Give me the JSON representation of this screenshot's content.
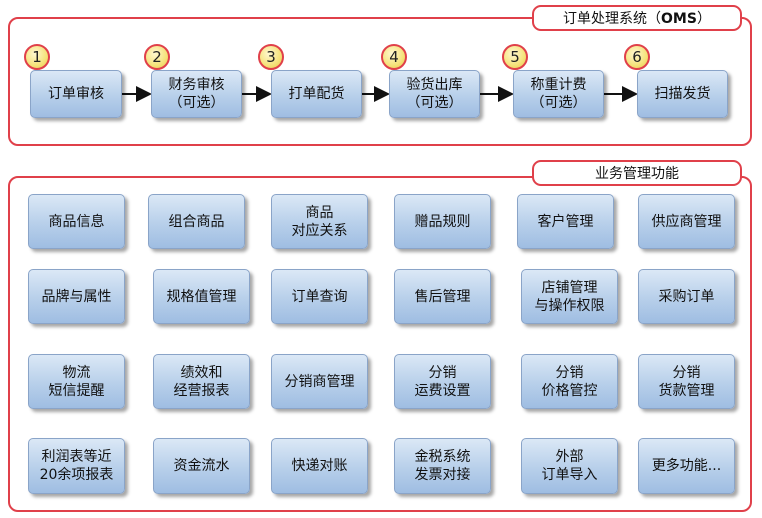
{
  "oms": {
    "title_prefix": "订单处理系统（",
    "title_bold": "OMS",
    "title_suffix": "）",
    "steps": [
      {
        "num": "1",
        "label": "订单审核"
      },
      {
        "num": "2",
        "label": "财务审核\n（可选）"
      },
      {
        "num": "3",
        "label": "打单配货"
      },
      {
        "num": "4",
        "label": "验货出库\n（可选）"
      },
      {
        "num": "5",
        "label": "称重计费\n（可选）"
      },
      {
        "num": "6",
        "label": "扫描发货"
      }
    ]
  },
  "business": {
    "title": "业务管理功能",
    "rows": [
      [
        "商品信息",
        "组合商品",
        "商品\n对应关系",
        "赠品规则",
        "客户管理",
        "供应商管理"
      ],
      [
        "品牌与属性",
        "规格值管理",
        "订单查询",
        "售后管理",
        "店铺管理\n与操作权限",
        "采购订单"
      ],
      [
        "物流\n短信提醒",
        "绩效和\n经营报表",
        "分销商管理",
        "分销\n运费设置",
        "分销\n价格管控",
        "分销\n货款管理"
      ],
      [
        "利润表等近\n20余项报表",
        "资金流水",
        "快递对账",
        "金税系统\n发票对接",
        "外部\n订单导入",
        "更多功能..."
      ]
    ]
  },
  "colors": {
    "border": "#e0404a",
    "tile": "#b7cfea",
    "badge": "#f5e27a"
  }
}
